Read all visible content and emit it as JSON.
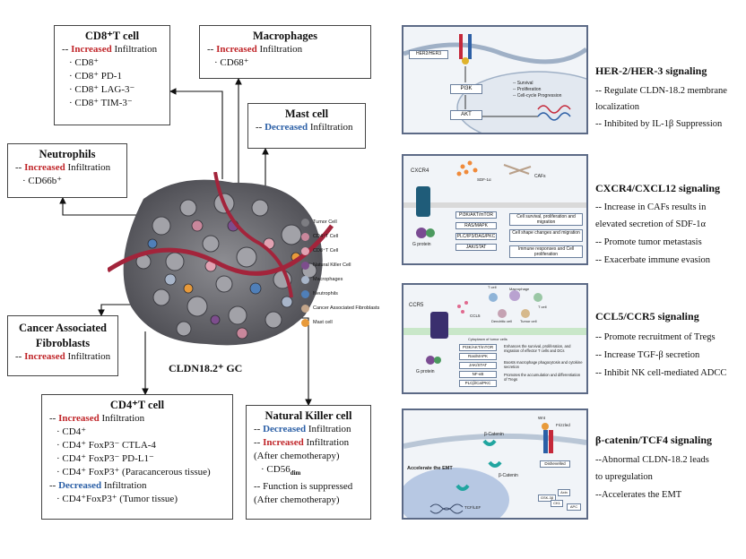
{
  "center_label": "CLDN18.2⁺ GC",
  "boxes": {
    "cd8": {
      "title": "CD8⁺T cell",
      "increased": "Increased",
      "infiltration": "Infiltration",
      "items": [
        "· CD8⁺",
        "· CD8⁺ PD-1",
        "· CD8⁺ LAG-3⁻",
        "· CD8⁺ TIM-3⁻"
      ]
    },
    "macrophages": {
      "title": "Macrophages",
      "increased": "Increased",
      "infiltration": "Infiltration",
      "items": [
        "· CD68⁺"
      ]
    },
    "mast": {
      "title": "Mast cell",
      "decreased": "Decreased",
      "infiltration": "Infiltration"
    },
    "neutrophils": {
      "title": "Neutrophils",
      "increased": "Increased",
      "infiltration": "Infiltration",
      "items": [
        "· CD66b⁺"
      ]
    },
    "caf": {
      "title_line1": "Cancer Associated",
      "title_line2": "Fibroblasts",
      "increased": "Increased",
      "infiltration": "Infiltration"
    },
    "cd4": {
      "title": "CD4⁺T cell",
      "increased": "Increased",
      "infiltration": "Infiltration",
      "items": [
        "· CD4⁺",
        "· CD4⁺ FoxP3⁻ CTLA-4",
        "· CD4⁺ FoxP3⁻ PD-L1⁻",
        "· CD4⁺ FoxP3⁺ (Paracancerous tissue)"
      ],
      "decreased": "Decreased",
      "decreased_items": [
        "· CD4⁺FoxP3⁺ (Tumor tissue)"
      ]
    },
    "nk": {
      "title": "Natural Killer cell",
      "decreased": "Decreased",
      "infiltration": "Infiltration",
      "increased": "Increased",
      "after1": "(After chemotherapy)",
      "cd56": "· CD56",
      "dim": "dim",
      "suppressed": "-- Function is suppressed",
      "after2": "(After chemotherapy)"
    }
  },
  "legend": [
    {
      "label": "Tumor Cell",
      "color": "#7d7d82"
    },
    {
      "label": "CD4⁺T Cell",
      "color": "#c9879b"
    },
    {
      "label": "CD8⁺T Cell",
      "color": "#e2a2b2"
    },
    {
      "label": "Natural Killer Cell",
      "color": "#7d4d8d"
    },
    {
      "label": "Macrophages",
      "color": "#a8b5c9"
    },
    {
      "label": "Neutrophils",
      "color": "#4f7fb9"
    },
    {
      "label": "Cancer Associated Fibroblasts",
      "color": "#c3a58a"
    },
    {
      "label": "Mast cell",
      "color": "#e89a3a"
    }
  ],
  "signaling": [
    {
      "title": "HER-2/HER-3 signaling",
      "lines": [
        "-- Regulate CLDN-18.2 membrane",
        "localization",
        "-- Inhibited by IL-1β Suppression"
      ]
    },
    {
      "title": "CXCR4/CXCL12 signaling",
      "lines": [
        "-- Increase in CAFs results in",
        "elevated secretion of SDF-1α",
        "-- Promote tumor metastasis",
        "-- Exacerbate immune evasion"
      ]
    },
    {
      "title": "CCL5/CCR5 signaling",
      "lines": [
        "-- Promote recruitment of Tregs",
        "-- Increase TGF-β secretion",
        "-- Inhibit NK cell-mediated ADCC"
      ]
    },
    {
      "title": "β-catenin/TCF4 signaling",
      "lines": [
        "--Abnormal CLDN-18.2 leads",
        "to upregulation",
        "--Accelerates the EMT"
      ]
    }
  ],
  "panel_her": {
    "receptor": "HER2/HER3",
    "pi3k": "PI3K",
    "akt": "AKT",
    "effects": [
      "-- Survival",
      "-- Proliferation",
      "-- Cell-cycle Progression"
    ]
  },
  "panel_cxcr": {
    "receptor": "CXCR4",
    "ligand": "SDF-1α",
    "cafs": "CAFs",
    "gprotein": "G protein",
    "paths": [
      "PI3K/AKT/mTOR",
      "RAS/MAPK",
      "PLC/IP3/DAG/PKC",
      "JAK/STAT"
    ],
    "effects": [
      "Cell survival, proliferation and migration",
      "Cell shape changes and migration",
      "Immune responses and Cell proliferation"
    ]
  },
  "panel_ccl": {
    "receptor": "CCR5",
    "ligand": "CCL5",
    "cells": [
      "T cell",
      "Macrophage",
      "T cell",
      "Dendritic cell",
      "Tumor cell"
    ],
    "cytoplasm": "Cytoplasm of tumor cells",
    "gprotein": "G protein",
    "paths": [
      "PI3K/AKT/mTOR",
      "Ras/MAPK",
      "JAK/STAT",
      "NF-κB",
      "PLCβ/Ca/PKC"
    ],
    "effects": [
      "Enhances the survival, proliferation, and migration of effector T cells and DCs",
      "Boosts macrophage phagocytosis and cytokine secretion",
      "Promotes the accumulation and differentiation of Tregs"
    ]
  },
  "panel_bcat": {
    "bcat1": "β-Catenin",
    "bcat2": "β-Catenin",
    "wnt": "Wnt",
    "frizzled": "Frizzled",
    "dishevelled": "Dishevelled",
    "gsk": "GSK-3β",
    "axin": "Axin",
    "apc": "APC",
    "ck": "CK1",
    "emt": "Accelerate the EMT",
    "tcf": "TCF/LEF"
  }
}
